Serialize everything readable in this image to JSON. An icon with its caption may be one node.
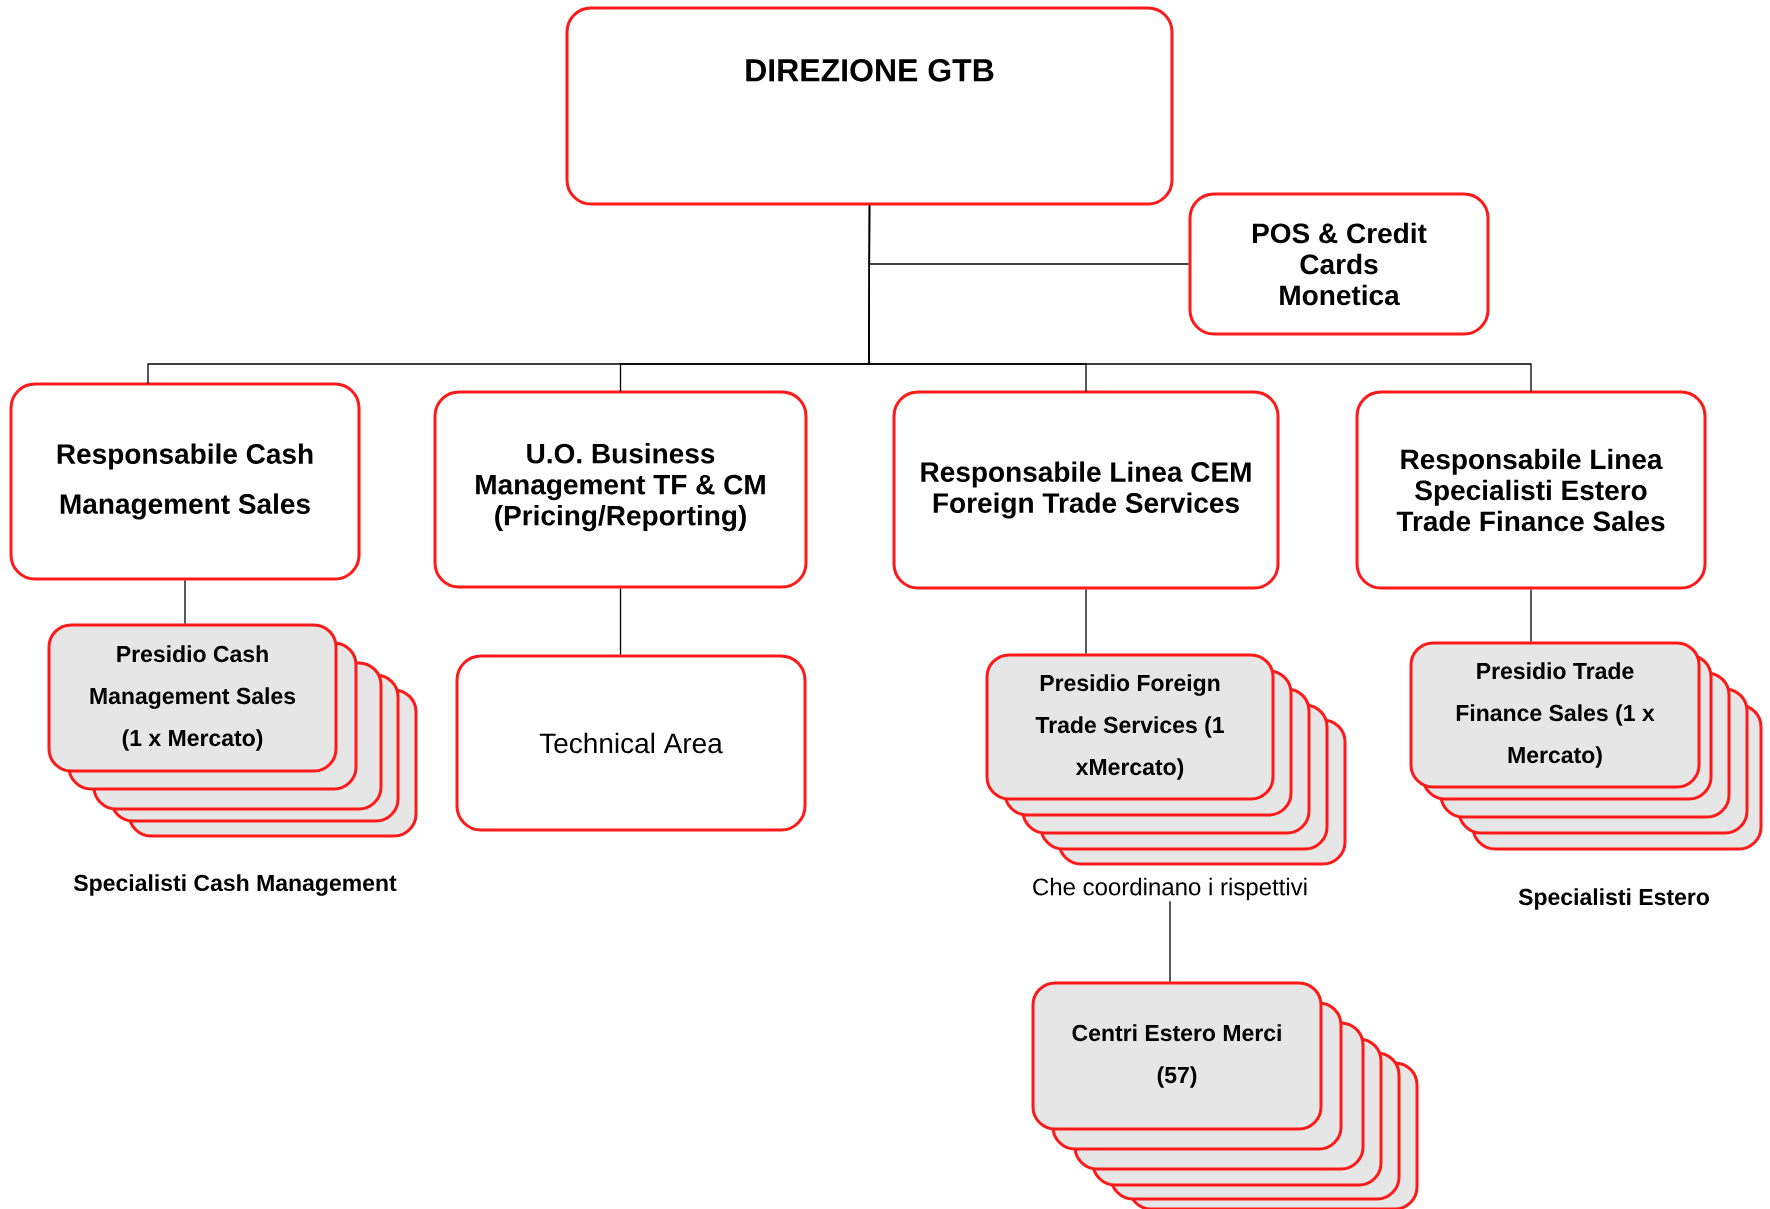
{
  "diagram": {
    "nodes": [
      {
        "text": [
          "DIREZIONE GTB"
        ]
      },
      {
        "text": [
          "POS & Credit Cards Monetica"
        ]
      },
      {
        "text": [
          "Responsabile Cash Management Sales"
        ]
      },
      {
        "text": [
          "U.O. Business Management TF & CM (Pricing/Reporting)"
        ]
      },
      {
        "text": [
          "Responsabile Linea CEM Foreign Trade Services"
        ]
      },
      {
        "text": [
          "Responsabile Linea Specialisti Estero Trade Finance Sales"
        ]
      },
      {
        "text": [
          "Presidio Cash Management Sales (1 x Mercato)"
        ]
      },
      {
        "text": [
          "Technical Area"
        ]
      },
      {
        "text": [
          "Presidio Foreign Trade Services (1 xMercato)"
        ]
      },
      {
        "text": [
          "Che coordinano i rispettivi"
        ]
      },
      {
        "text": [
          "Centri Estero Merci (57)"
        ]
      },
      {
        "text": [
          "Presidio Trade Finance Sales (1 x Mercato)"
        ]
      }
    ],
    "labels": [
      "Specialisti Cash Management",
      "Specialisti Estero"
    ],
    "edges": [
      {
        "from": 0,
        "to": 1,
        "arrow": "none"
      },
      {
        "from": 0,
        "to": 2,
        "arrow": "none"
      },
      {
        "from": 0,
        "to": 3,
        "arrow": "none"
      },
      {
        "from": 0,
        "to": 4,
        "arrow": "none"
      },
      {
        "from": 0,
        "to": 5,
        "arrow": "none"
      },
      {
        "from": 2,
        "to": 6,
        "arrow": "none"
      },
      {
        "from": 3,
        "to": 7,
        "arrow": "none"
      },
      {
        "from": 4,
        "to": 8,
        "arrow": "none"
      },
      {
        "from": 5,
        "to": 11,
        "arrow": "none"
      },
      {
        "from": 9,
        "to": 10,
        "arrow": "none"
      }
    ]
  }
}
